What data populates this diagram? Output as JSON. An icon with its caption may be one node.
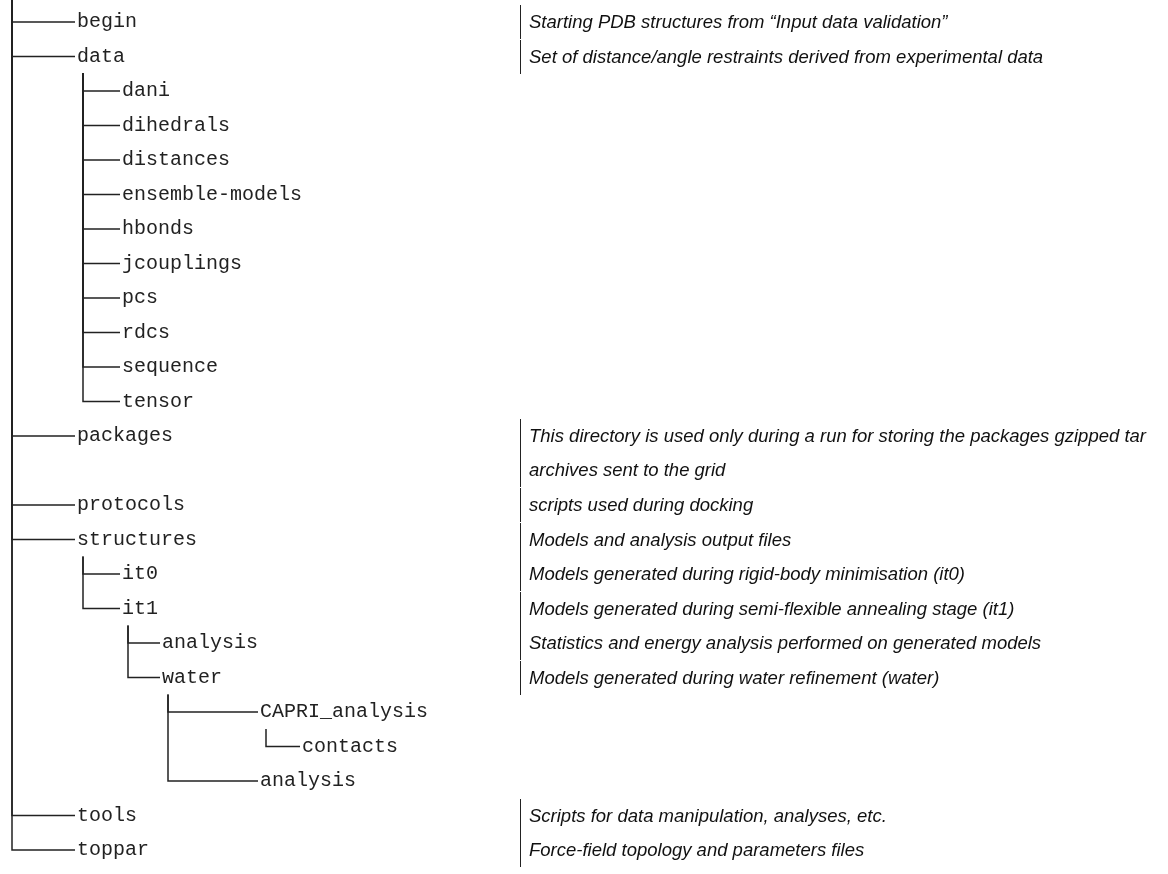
{
  "diagram": {
    "nodes": [
      {
        "text": [
          "begin"
        ],
        "beside": [
          "Starting PDB structures from “Input data validation”"
        ]
      },
      {
        "text": [
          "data"
        ],
        "beside": [
          "Set of distance/angle restraints derived from experimental data"
        ]
      },
      {
        "text": [
          "dani"
        ]
      },
      {
        "text": [
          "dihedrals"
        ]
      },
      {
        "text": [
          "distances"
        ]
      },
      {
        "text": [
          "ensemble-models"
        ]
      },
      {
        "text": [
          "hbonds"
        ]
      },
      {
        "text": [
          "jcouplings"
        ]
      },
      {
        "text": [
          "pcs"
        ]
      },
      {
        "text": [
          "rdcs"
        ]
      },
      {
        "text": [
          "sequence"
        ]
      },
      {
        "text": [
          "tensor"
        ]
      },
      {
        "text": [
          "packages"
        ],
        "beside": [
          "This directory is used only during a run for storing the packages gzipped tar archives sent to the grid"
        ]
      },
      {
        "text": [
          "protocols"
        ],
        "beside": [
          "scripts used during docking"
        ]
      },
      {
        "text": [
          "structures"
        ],
        "beside": [
          "Models and analysis output files"
        ]
      },
      {
        "text": [
          "it0"
        ],
        "beside": [
          "Models generated during rigid-body minimisation (it0)"
        ]
      },
      {
        "text": [
          "it1"
        ],
        "beside": [
          "Models generated during semi-flexible annealing stage (it1)"
        ]
      },
      {
        "text": [
          "analysis"
        ],
        "beside": [
          "Statistics and energy analysis performed on generated models"
        ]
      },
      {
        "text": [
          "water"
        ],
        "beside": [
          "Models generated during water refinement (water)"
        ]
      },
      {
        "text": [
          "CAPRI_analysis"
        ]
      },
      {
        "text": [
          "contacts"
        ]
      },
      {
        "text": [
          "analysis"
        ]
      },
      {
        "text": [
          "tools"
        ],
        "beside": [
          "Scripts for data manipulation, analyses, etc."
        ]
      },
      {
        "text": [
          "toppar"
        ],
        "beside": [
          "Force-field topology and parameters files"
        ]
      }
    ],
    "edges": [
      {
        "from": null,
        "to": 0,
        "arrow": "none"
      },
      {
        "from": null,
        "to": 1,
        "arrow": "none"
      },
      {
        "from": 1,
        "to": 2,
        "arrow": "none"
      },
      {
        "from": 1,
        "to": 3,
        "arrow": "none"
      },
      {
        "from": 1,
        "to": 4,
        "arrow": "none"
      },
      {
        "from": 1,
        "to": 5,
        "arrow": "none"
      },
      {
        "from": 1,
        "to": 6,
        "arrow": "none"
      },
      {
        "from": 1,
        "to": 7,
        "arrow": "none"
      },
      {
        "from": 1,
        "to": 8,
        "arrow": "none"
      },
      {
        "from": 1,
        "to": 9,
        "arrow": "none"
      },
      {
        "from": 1,
        "to": 10,
        "arrow": "none"
      },
      {
        "from": 1,
        "to": 11,
        "arrow": "none"
      },
      {
        "from": null,
        "to": 12,
        "arrow": "none"
      },
      {
        "from": null,
        "to": 13,
        "arrow": "none"
      },
      {
        "from": null,
        "to": 14,
        "arrow": "none"
      },
      {
        "from": 14,
        "to": 15,
        "arrow": "none"
      },
      {
        "from": 14,
        "to": 16,
        "arrow": "none"
      },
      {
        "from": 16,
        "to": 17,
        "arrow": "none"
      },
      {
        "from": 16,
        "to": 18,
        "arrow": "none"
      },
      {
        "from": 18,
        "to": 19,
        "arrow": "none"
      },
      {
        "from": 19,
        "to": 20,
        "arrow": "none"
      },
      {
        "from": 18,
        "to": 21,
        "arrow": "none"
      },
      {
        "from": null,
        "to": 22,
        "arrow": "none"
      },
      {
        "from": null,
        "to": 23,
        "arrow": "none"
      }
    ]
  }
}
